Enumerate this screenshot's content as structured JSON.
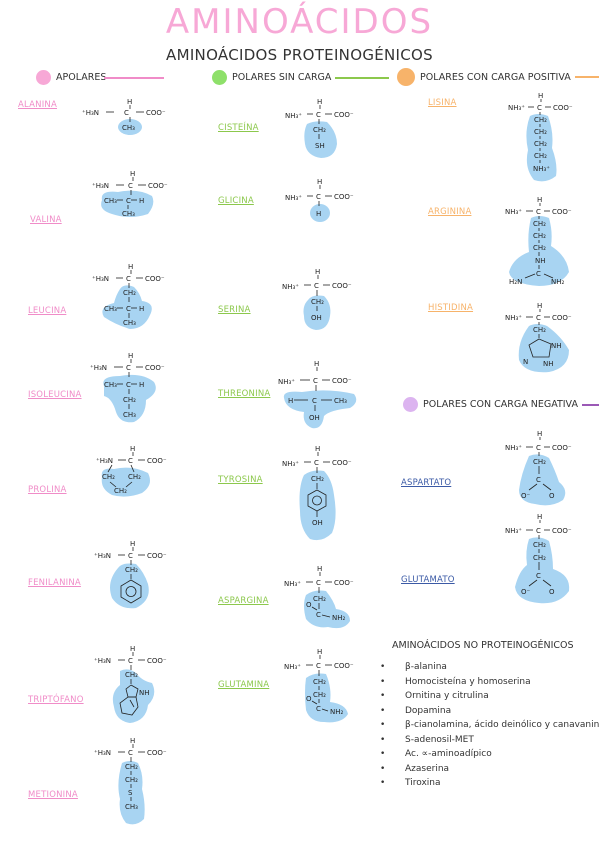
{
  "title": "AMINOÁCIDOS",
  "subtitle": "AMINOÁCIDOS PROTEINOGÉNICOS",
  "colors": {
    "apolares": "#f7a8d6",
    "polares_sin_carga": "#8ee06a",
    "carga_positiva": "#f7b36a",
    "carga_negativa": "#dcb4f0",
    "blob": "#a8d4f2"
  },
  "categories": {
    "apolares": {
      "label": "APOLARES",
      "items": [
        "ALANINA",
        "VALINA",
        "LEUCINA",
        "ISOLEUCINA",
        "PROLINA",
        "FENILANINA",
        "TRIPTÓFANO",
        "METIONINA"
      ]
    },
    "polares_sin_carga": {
      "label": "POLARES SIN CARGA",
      "items": [
        "CISTEÍNA",
        "GLICINA",
        "SERINA",
        "THREONINA",
        "TYROSINA",
        "ASPARGINA",
        "GLUTAMINA"
      ]
    },
    "carga_positiva": {
      "label": "POLARES CON CARGA POSITIVA",
      "items": [
        "LISINA",
        "ARGININA",
        "HISTIDINA"
      ]
    },
    "carga_negativa": {
      "label": "POLARES CON CARGA NEGATIVA",
      "items": [
        "ASPARTATO",
        "GLUTAMATO"
      ]
    }
  },
  "formula": {
    "h": "H",
    "c": "C",
    "coo": "COO⁻",
    "h3n_plus": "⁺H₃N",
    "nh3_plus": "NH₃⁺",
    "ch3": "CH₃",
    "ch2": "CH₂",
    "ch": "CH",
    "sh": "SH",
    "oh": "OH",
    "s": "S",
    "nh": "NH",
    "nh2": "NH₂",
    "o": "O",
    "o_minus": "O⁻",
    "n": "N",
    "h2n": "H₂N",
    "nh3_side": "NH₃⁺"
  },
  "no_proteinogenic": {
    "title": "AMINOÁCIDOS NO PROTEINOGÉNICOS",
    "items": [
      "β-alanina",
      "Homocisteína y homoserina",
      "Ornitina y citrulina",
      "Dopamina",
      "β-cianolamina, ácido deinólico y canavanina",
      "S-adenosil-MET",
      "Ac. ∝-aminoadípico",
      "Azaserina",
      "Tiroxina"
    ]
  }
}
